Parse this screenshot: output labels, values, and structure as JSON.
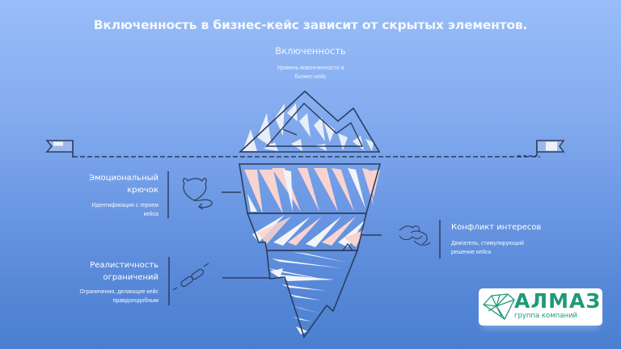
{
  "slide": {
    "title": "Включенность в бизнес-кейс зависит от скрытых элементов.",
    "background_colors": [
      "#98bdf8",
      "#4a7fd0"
    ]
  },
  "iceberg": {
    "tip": {
      "heading": "Включенность",
      "description_line1": "Уровень вовлеченности в",
      "description_line2": "бизнес-кейс"
    },
    "waterline": {
      "style": "dashed",
      "color": "#2d3d5c"
    },
    "layers": [
      {
        "id": "emotional-hook",
        "side": "left",
        "heading_line1": "Эмоциональный",
        "heading_line2": "крючок",
        "description_line1": "Идентификация с героем",
        "description_line2": "кейса",
        "icon": "devil-heart-icon"
      },
      {
        "id": "conflict-of-interest",
        "side": "right",
        "heading": "Конфликт интересов",
        "description_line1": "Двигатель, стимулирующий",
        "description_line2": "решение кейса",
        "icon": "hands-tug-icon"
      },
      {
        "id": "realistic-constraints",
        "side": "left",
        "heading_line1": "Реалистичность",
        "heading_line2": "ограничений",
        "description_line1": "Ограничения, делающие кейс",
        "description_line2": "правдоподобным",
        "icon": "chain-link-icon"
      }
    ],
    "colors": {
      "outline": "#2d3d5c",
      "shard_light": "#f2f4f8",
      "shard_pink": "#f9d3cf"
    }
  },
  "logo": {
    "name": "АЛМАЗ",
    "tagline": "группа компаний",
    "color": "#1e9a78"
  }
}
